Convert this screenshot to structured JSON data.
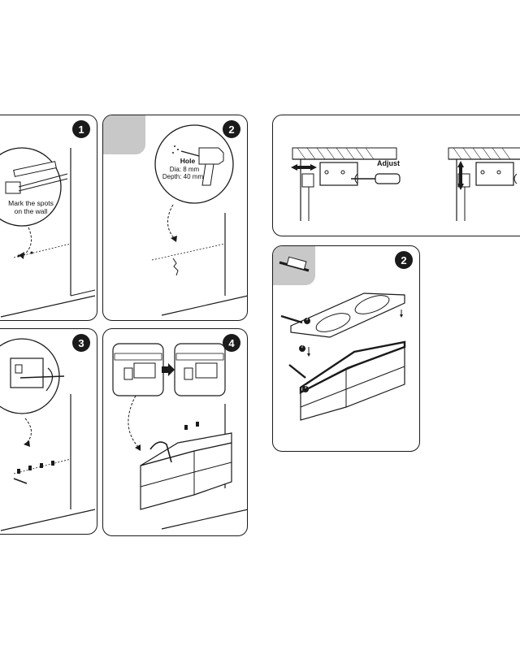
{
  "steps": {
    "p1": "1",
    "p2": "2",
    "p3": "3",
    "p4": "4",
    "sink2": "2"
  },
  "labels": {
    "mark_spots": "Mark the spots\non the wall",
    "hole_title": "Hole",
    "hole_dia": "Dia: 8 mm",
    "hole_depth": "Depth: 40 mm",
    "adjust": "Adjust"
  },
  "sub_steps": [
    "1",
    "2",
    "3"
  ],
  "colors": {
    "line": "#1a1a1a",
    "gray_tab": "#c8c8c8"
  }
}
